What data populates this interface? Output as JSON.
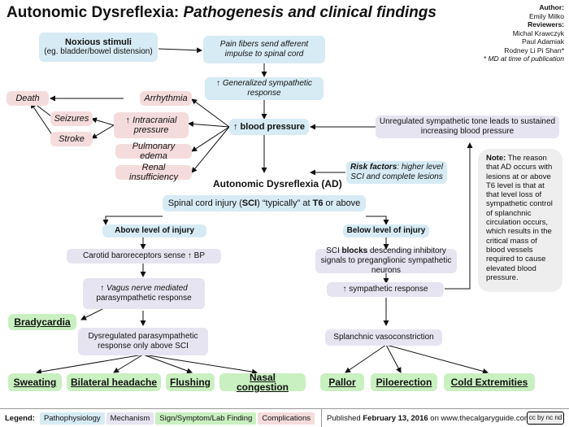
{
  "title": {
    "main": "Autonomic Dysreflexia: ",
    "sub": "Pathogenesis and clinical findings"
  },
  "credits": {
    "author_label": "Author:",
    "author": "Emily Milko",
    "reviewers_label": "Reviewers:",
    "reviewers": [
      "Michal Krawczyk",
      "Paul Adamiak",
      "Rodney Li Pi Shan*"
    ],
    "footnote": "* MD at time of publication"
  },
  "nodes": {
    "noxious_title": "Noxious stimuli",
    "noxious_sub": "(eg. bladder/bowel distension)",
    "pain_fibers": "Pain fibers send afferent impulse to spinal cord",
    "gen_sympathetic": "↑ Generalized sympathetic response",
    "blood_pressure": "↑ blood pressure",
    "unregulated": "Unregulated sympathetic tone leads to sustained increasing blood pressure",
    "death": "Death",
    "arrhythmia": "Arrhythmia",
    "seizures": "Seizures",
    "stroke": "Stroke",
    "intracranial": "↑ Intracranial pressure",
    "pulmonary_edema": "Pulmonary edema",
    "renal": "Renal insufficiency",
    "ad": "Autonomic Dysreflexia (AD)",
    "risk_label": "Risk factors",
    "risk_text": ": higher level SCI and complete lesions",
    "sci_pre": "Spinal cord injury (",
    "sci_abbr": "SCI",
    "sci_mid": ") “typically” at ",
    "sci_level": "T6",
    "sci_post": " or above",
    "above": "Above level of injury",
    "below": "Below level of injury",
    "carotid": "Carotid baroreceptors sense ↑ BP",
    "vagus_italic": "↑ Vagus nerve mediated",
    "vagus_rest": "parasympathetic response",
    "dysregulated": "Dysregulated parasympathetic response only above SCI",
    "sci_blocks_pre": "SCI ",
    "sci_blocks_bold": "blocks",
    "sci_blocks_post": " descending inhibitory signals to preganglionic sympathetic neurons",
    "symp_response": "↑ sympathetic response",
    "splanchnic": "Splanchnic vasoconstriction"
  },
  "signs": {
    "bradycardia": "Bradycardia",
    "sweating": "Sweating",
    "headache": "Bilateral headache",
    "flushing": "Flushing",
    "nasal": "Nasal congestion",
    "pallor": "Pallor",
    "piloerection": "Piloerection",
    "cold": "Cold Extremities"
  },
  "note": {
    "label": "Note:",
    "text": " The reason that AD occurs with lesions at or above T6 level is that at that level loss of sympathetic control of splanchnic circulation occurs, which results in the critical mass of blood vessels required to cause elevated blood pressure."
  },
  "legend": {
    "label": "Legend:",
    "items": [
      "Pathophysiology",
      "Mechanism",
      "Sign/Symptom/Lab Finding",
      "Complications"
    ],
    "published_pre": "Published ",
    "published_date": "February 13, 2016",
    "published_post": " on www.thecalgaryguide.com",
    "license": "cc by nc nd"
  },
  "colors": {
    "pathophysiology": "#d7ebf5",
    "mechanism": "#e6e4f1",
    "sign": "#c9f0c0",
    "complication": "#f5dcdc"
  }
}
